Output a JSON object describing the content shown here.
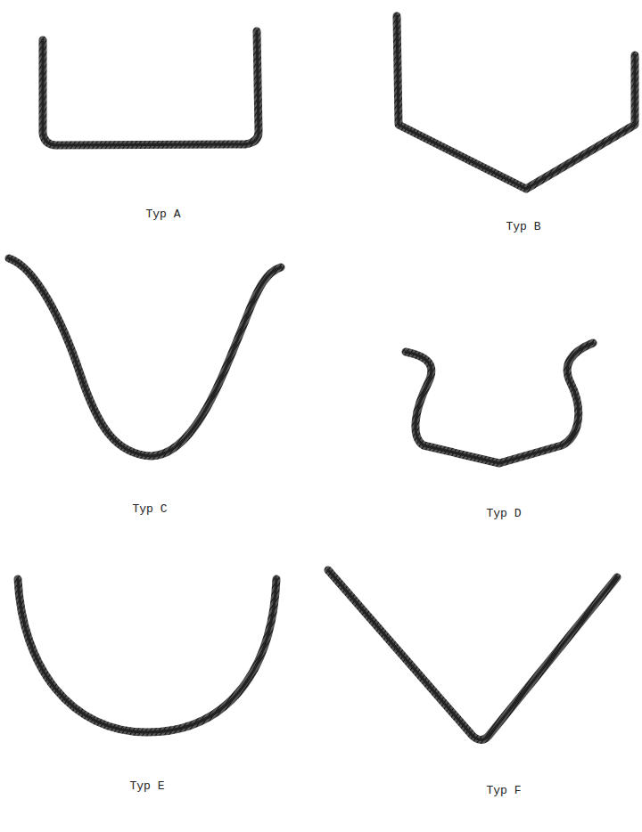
{
  "diagram": {
    "labels": [
      "Typ A",
      "Typ B",
      "Typ C",
      "Typ D",
      "Typ E",
      "Typ F"
    ]
  }
}
